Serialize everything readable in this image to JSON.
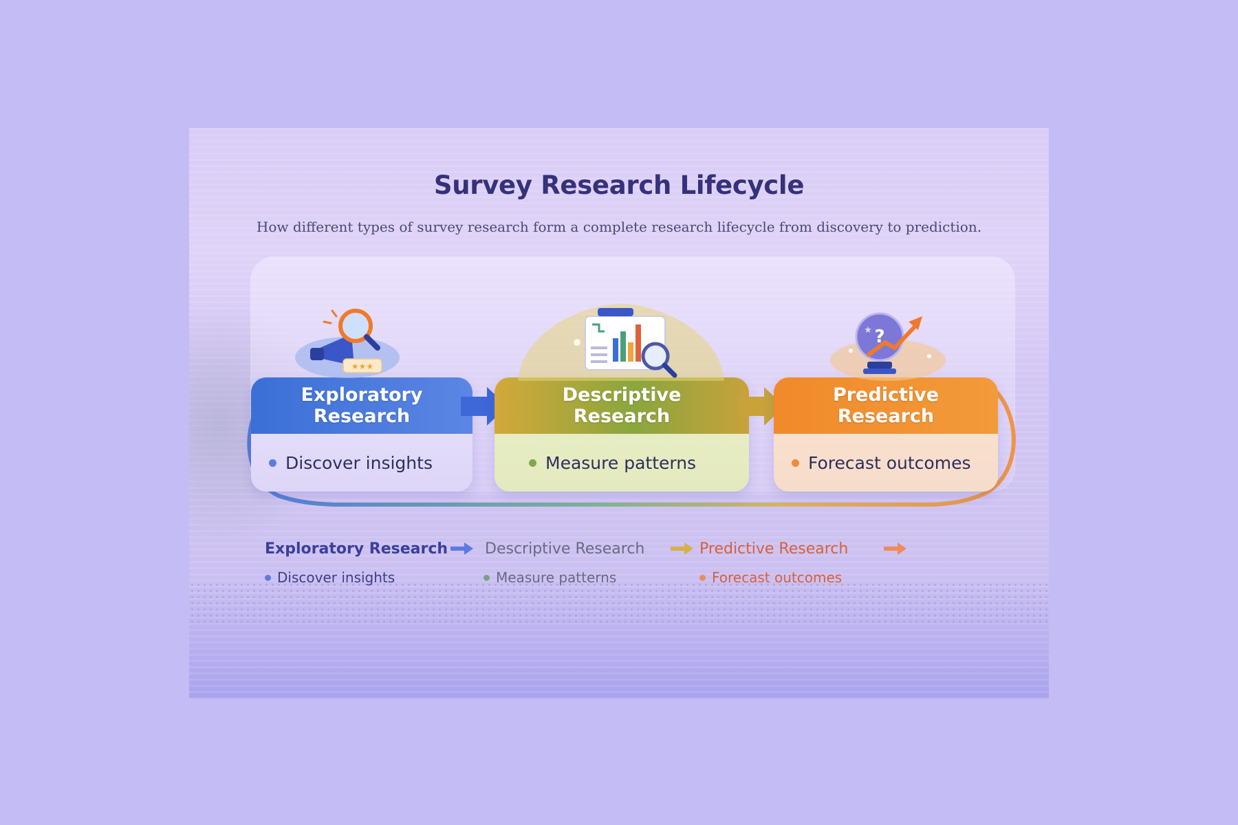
{
  "title": "Survey Research Lifecycle",
  "subtitle": "How different types of survey research form a complete research lifecycle from discovery to prediction.",
  "stages": [
    {
      "heading": "Exploratory Research",
      "heading_line1": "Exploratory",
      "heading_line2": "Research",
      "point": "Discover insights",
      "color": "#3b6fd6",
      "icon": "megaphone-magnifier-icon"
    },
    {
      "heading": "Descriptive Research",
      "heading_line1": "Descriptive",
      "heading_line2": "Research",
      "point": "Measure patterns",
      "color": "#8aa63e",
      "icon": "bar-chart-report-icon"
    },
    {
      "heading": "Predictive Research",
      "heading_line1": "Predictive",
      "heading_line2": "Research",
      "point": "Forecast outcomes",
      "color": "#f08a2a",
      "icon": "crystal-ball-trend-icon"
    }
  ],
  "legend": [
    {
      "label": "Exploratory Research",
      "sub": "Discover insights",
      "color": "#3b3f9a",
      "sub_color": "#3b3f8a"
    },
    {
      "label": "Descriptive Research",
      "sub": "Measure patterns",
      "color": "#6a6a82",
      "sub_color": "#6a6a82"
    },
    {
      "label": "Predictive Research",
      "sub": "Forecast outcomes",
      "color": "#d8603a",
      "sub_color": "#d8603a"
    }
  ]
}
